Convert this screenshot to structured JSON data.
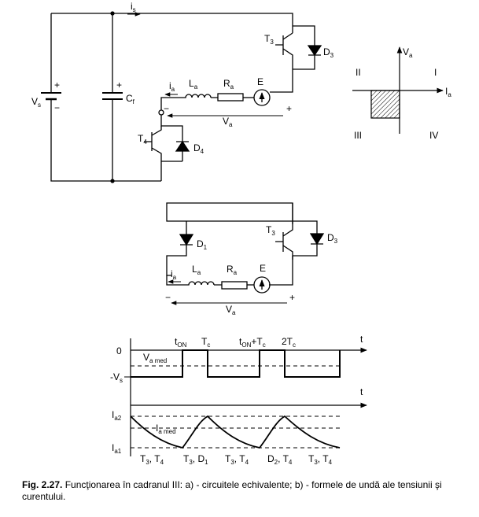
{
  "circuit_a": {
    "is_label": "i",
    "is_sub": "s",
    "vs_label": "V",
    "vs_sub": "s",
    "cf_label": "C",
    "cf_sub": "f",
    "t3_label": "T",
    "t3_sub": "3",
    "d3_label": "D",
    "d3_sub": "3",
    "t4_label": "T",
    "t4_sub": "4",
    "d4_label": "D",
    "d4_sub": "4",
    "ia_label": "i",
    "ia_sub": "a",
    "la_label": "L",
    "la_sub": "a",
    "ra_label": "R",
    "ra_sub": "a",
    "e_label": "E",
    "va_label": "V",
    "va_sub": "a",
    "plus": "+",
    "minus": "−"
  },
  "quadrant": {
    "va_label": "V",
    "va_sub": "a",
    "ia_label": "I",
    "ia_sub": "a",
    "q1": "I",
    "q2": "II",
    "q3": "III",
    "q4": "IV"
  },
  "circuit_b": {
    "d1_label": "D",
    "d1_sub": "1",
    "t3_label": "T",
    "t3_sub": "3",
    "d3_label": "D",
    "d3_sub": "3",
    "ia_label": "i",
    "ia_sub": "a",
    "la_label": "L",
    "la_sub": "a",
    "ra_label": "R",
    "ra_sub": "a",
    "e_label": "E",
    "va_label": "V",
    "va_sub": "a",
    "plus": "+",
    "minus": "−"
  },
  "waveforms": {
    "t_label": "t",
    "zero": "0",
    "neg_vs": "-V",
    "neg_vs_sub": "s",
    "vamed": "V",
    "vamed_sub": "a med",
    "ton": "t",
    "ton_sub": "ON",
    "tc": "T",
    "tc_sub": "c",
    "ton_tc": "t",
    "ton_tc_sub": "ON",
    "ton_tc_rest": "+T",
    "ton_tc_sub2": "c",
    "two_tc": "2T",
    "two_tc_sub": "c",
    "ia2": "I",
    "ia2_sub": "a2",
    "ia1": "I",
    "ia1_sub": "a1",
    "iamed": "I",
    "iamed_sub": "a med",
    "intervals": [
      {
        "a": "T",
        "as": "3",
        "b": ", T",
        "bs": "4"
      },
      {
        "a": "T",
        "as": "3",
        "b": ", D",
        "bs": "1"
      },
      {
        "a": "T",
        "as": "3",
        "b": ", T",
        "bs": "4"
      },
      {
        "a": "D",
        "as": "2",
        "b": ", T",
        "bs": "4"
      },
      {
        "a": "T",
        "as": "3",
        "b": ", T",
        "bs": "4"
      }
    ]
  },
  "caption": {
    "prefix": "Fig. 2.27.",
    "text": " Funcţionarea în cadranul III: a) - circuitele echivalente; b) - formele de undă ale tensiunii şi  curentului."
  }
}
